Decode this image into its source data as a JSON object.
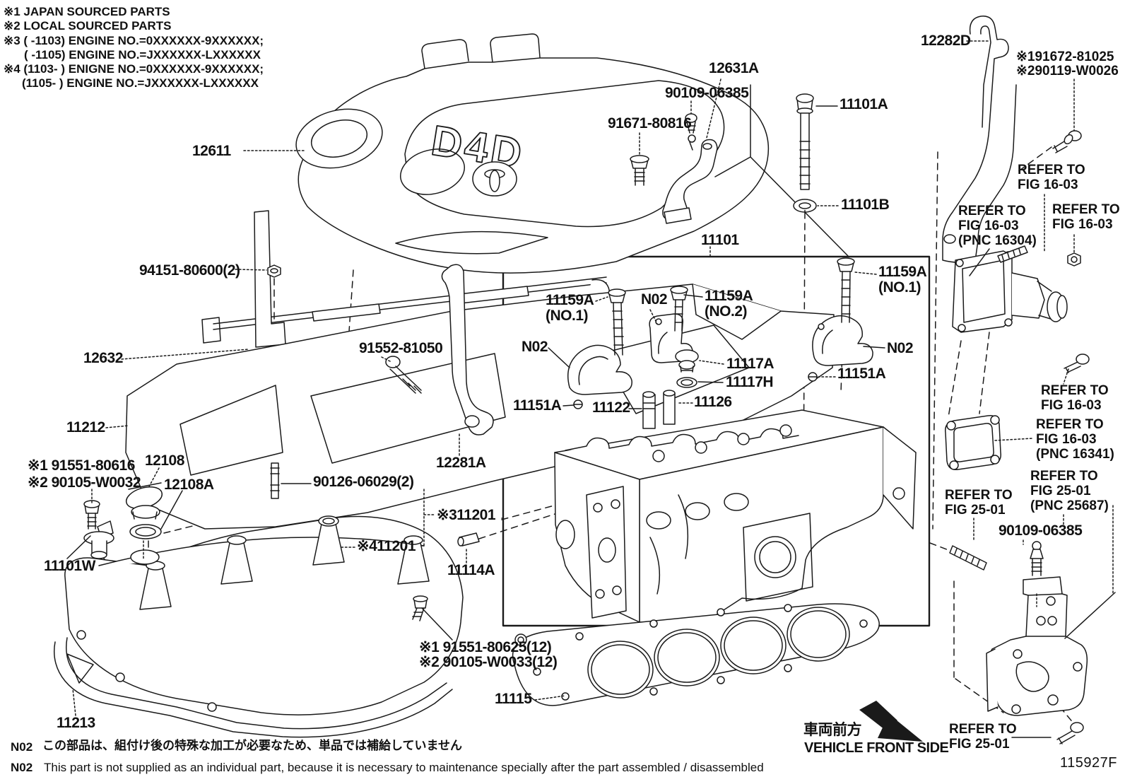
{
  "art": {
    "d4d": "D4D"
  },
  "colors": {
    "line": "#1a1a1a",
    "background": "#ffffff"
  },
  "notes": {
    "line1": "※1 JAPAN SOURCED PARTS",
    "line2": "※2 LOCAL SOURCED PARTS",
    "line3": "※3 (      -1103) ENGINE NO.=0XXXXXX-9XXXXXX;",
    "line4": "(      -1105) ENGINE NO.=JXXXXXX-LXXXXXX",
    "line5": "※4 (1103-      ) ENIGNE NO.=0XXXXXX-9XXXXXX;",
    "line6": "(1105-      ) ENGINE NO.=JXXXXXX-LXXXXXX"
  },
  "callouts": {
    "c12611": "12611",
    "c12631a": "12631A",
    "c90109_top": "90109-06385",
    "c91671": "91671-80816",
    "c11101a": "11101A",
    "c11101b": "11101B",
    "c12282d": "12282D",
    "cx1_91672": "※191672-81025",
    "cx2_90119": "※290119-W0026",
    "refer_16_03_a": "REFER TO\nFIG 16-03",
    "refer_16_03_pnc16304": "REFER TO\nFIG 16-03\n(PNC 16304)",
    "refer_16_03_b": "REFER TO\nFIG 16-03",
    "c11101": "11101",
    "c11159a_no1_left": "11159A\n(NO.1)",
    "n02_mid": "N02",
    "c11159a_no2": "11159A\n(NO.2)",
    "n02_left": "N02",
    "c11117a": "11117A",
    "c11117h": "11117H",
    "c11151a_left": "11151A",
    "c11122": "11122",
    "c11126": "11126",
    "c11159a_no1_right": "11159A\n(NO.1)",
    "n02_right": "N02",
    "c11151a_right": "11151A",
    "c94151": "94151-80600(2)",
    "c12632": "12632",
    "c91552": "91552-81050",
    "c11212": "11212",
    "c12108": "12108",
    "c12108a": "12108A",
    "cx1_91551_80616": "※1 91551-80616",
    "cx2_90105_w0032": "※2 90105-W0032",
    "c90126": "90126-06029(2)",
    "c11101w": "11101W",
    "cx4_11201": "※411201",
    "cx3_11201": "※311201",
    "c11114a": "11114A",
    "c12281a": "12281A",
    "refer_16_03_c": "REFER TO\nFIG 16-03",
    "refer_16_03_pnc16341": "REFER TO\nFIG 16-03\n(PNC 16341)",
    "refer_25_01_left": "REFER TO\nFIG 25-01",
    "refer_25_01_pnc25687": "REFER TO\nFIG 25-01\n(PNC 25687)",
    "c90109_bottom": "90109-06385",
    "cx1_91551_80625": "※1 91551-80625(12)",
    "cx2_90105_w0033": "※2 90105-W0033(12)",
    "c11115": "11115",
    "c11213": "11213",
    "refer_25_01_bottom": "REFER TO\nFIG 25-01"
  },
  "footer": {
    "front_jp": "車両前方",
    "front_en": "VEHICLE FRONT SIDE",
    "figure_code": "115927F",
    "note_code_1": "N02",
    "note_jp": "この部品は、組付け後の特殊な加工が必要なため、単品では補給していません",
    "note_code_2": "N02",
    "note_en": "This part is not supplied as an individual part, because it is necessary to maintenance specially after the part assembled / disassembled"
  }
}
